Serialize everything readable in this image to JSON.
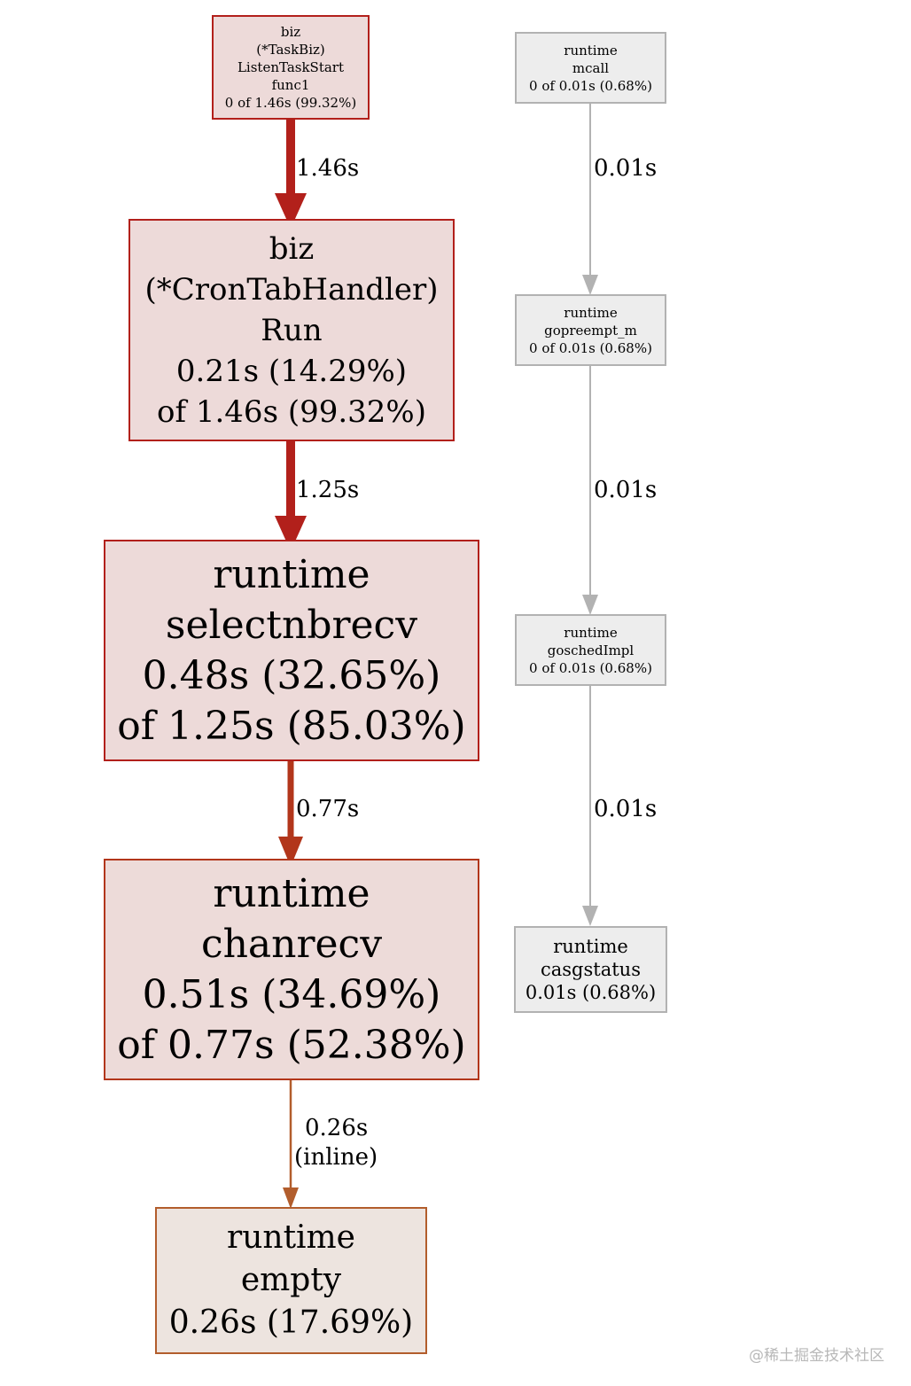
{
  "nodes": {
    "listen_task": {
      "lines": [
        "biz",
        "(*TaskBiz)",
        "ListenTaskStart",
        "func1",
        "0 of 1.46s (99.32%)"
      ],
      "border": "#b2201b",
      "fill": "#eddad9"
    },
    "crontab_run": {
      "lines": [
        "biz",
        "(*CronTabHandler)",
        "Run",
        "0.21s (14.29%)",
        "of 1.46s (99.32%)"
      ],
      "border": "#b2201b",
      "fill": "#eddad9"
    },
    "selectnbrecv": {
      "lines": [
        "runtime",
        "selectnbrecv",
        "0.48s (32.65%)",
        "of 1.25s (85.03%)"
      ],
      "border": "#b2201b",
      "fill": "#eddad9"
    },
    "chanrecv": {
      "lines": [
        "runtime",
        "chanrecv",
        "0.51s (34.69%)",
        "of 0.77s (52.38%)"
      ],
      "border": "#b2361b",
      "fill": "#eddbd9"
    },
    "empty": {
      "lines": [
        "runtime",
        "empty",
        "0.26s (17.69%)"
      ],
      "border": "#b25d2c",
      "fill": "#ede4df"
    },
    "mcall": {
      "lines": [
        "runtime",
        "mcall",
        "0 of 0.01s (0.68%)"
      ],
      "border": "#b2b2b2",
      "fill": "#ededed"
    },
    "gopreempt_m": {
      "lines": [
        "runtime",
        "gopreempt_m",
        "0 of 0.01s (0.68%)"
      ],
      "border": "#b2b2b2",
      "fill": "#ededed"
    },
    "goschedimpl": {
      "lines": [
        "runtime",
        "goschedImpl",
        "0 of 0.01s (0.68%)"
      ],
      "border": "#b2b2b2",
      "fill": "#ededed"
    },
    "casgstatus": {
      "lines": [
        "runtime",
        "casgstatus",
        "0.01s (0.68%)"
      ],
      "border": "#b2b2b2",
      "fill": "#ededed"
    }
  },
  "edges": {
    "listen_to_run": {
      "label": "1.46s",
      "color": "#b2201b"
    },
    "run_to_select": {
      "label": "1.25s",
      "color": "#b2201b"
    },
    "select_to_chanrecv": {
      "label": "0.77s",
      "color": "#b2361b"
    },
    "chanrecv_to_empty": {
      "label": "0.26s",
      "sublabel": "(inline)",
      "color": "#b25d2c"
    },
    "mcall_to_gopreempt": {
      "label": "0.01s",
      "color": "#b2b2b2"
    },
    "gopreempt_to_gosched": {
      "label": "0.01s",
      "color": "#b2b2b2"
    },
    "gosched_to_casgstatus": {
      "label": "0.01s",
      "color": "#b2b2b2"
    }
  },
  "watermark": "@稀土掘金技术社区"
}
